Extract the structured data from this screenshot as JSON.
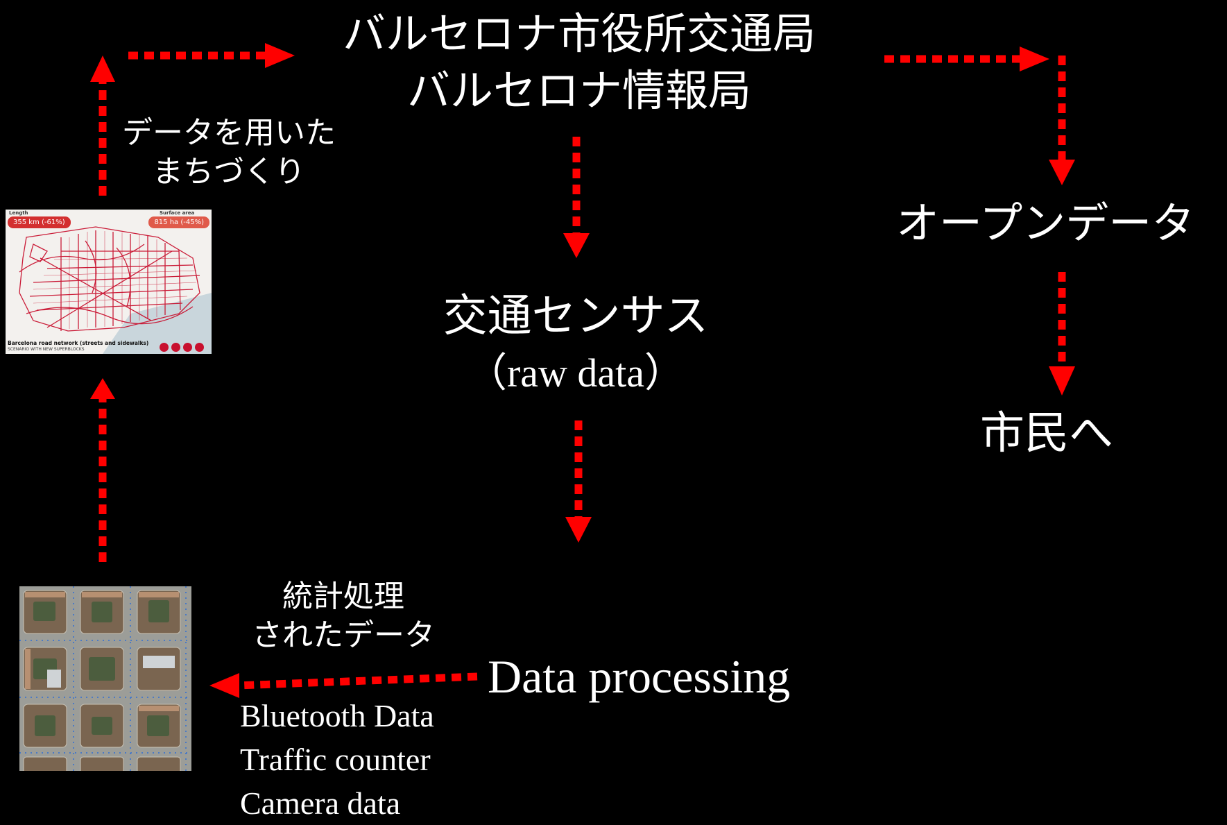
{
  "nodes": {
    "agency_line1": "バルセロナ市役所交通局",
    "agency_line2": "バルセロナ情報局",
    "open_data": "オープンデータ",
    "to_citizens": "市民へ",
    "sensors_line1": "交通センサス",
    "sensors_line2": "（raw data）",
    "processing": "Data processing",
    "stats_line1": "統計処理",
    "stats_line2": "されたデータ",
    "planning_line1": "データを用いた",
    "planning_line2": "まちづくり"
  },
  "sources": [
    "Bluetooth Data",
    "Traffic counter",
    "Camera data"
  ],
  "map_card": {
    "length_label": "Length",
    "surface_label": "Surface area",
    "length_badge": "355 km (-61%)",
    "surface_badge": "815 ha (-45%)",
    "caption": "Barcelona road network (streets and sidewalks)",
    "subcaption": "SCENARIO WITH NEW SUPERBLOCKS"
  },
  "colors": {
    "background": "#000000",
    "text": "#ffffff",
    "arrow": "#ff0000",
    "map_red": "#c8102e"
  }
}
